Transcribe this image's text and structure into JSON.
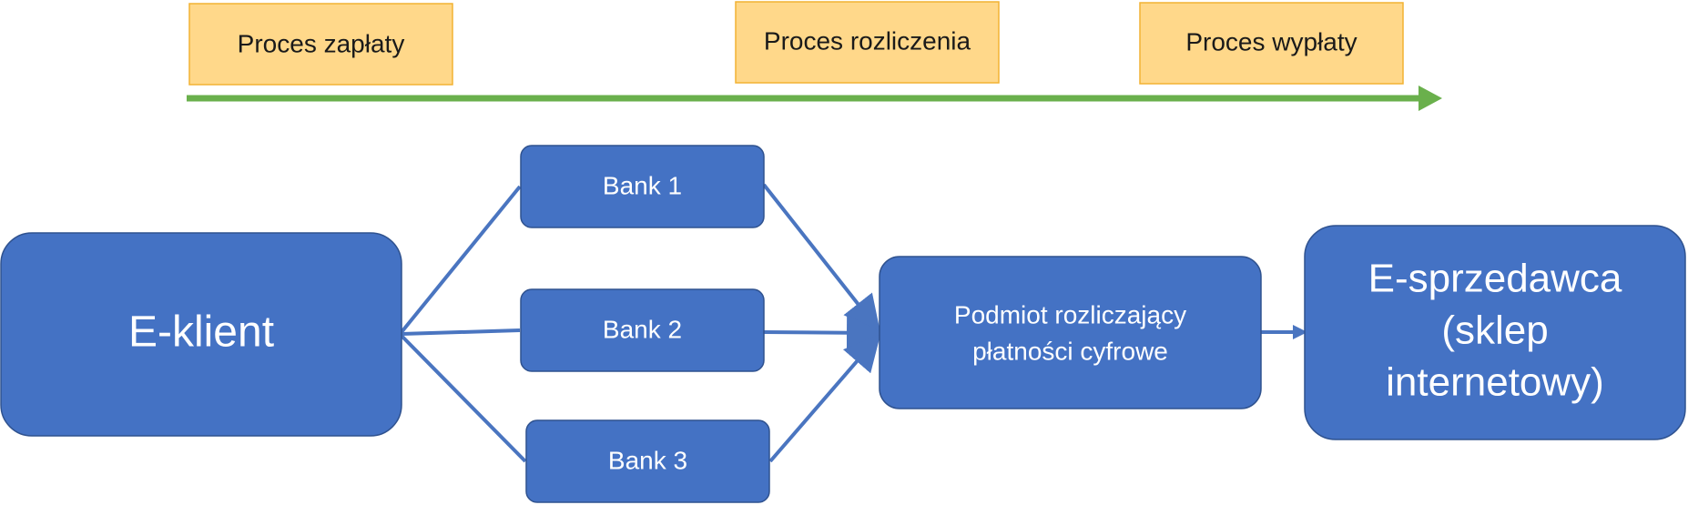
{
  "phases": [
    {
      "label": "Proces zapłaty"
    },
    {
      "label": "Proces rozliczenia"
    },
    {
      "label": "Proces wypłaty"
    }
  ],
  "nodes": {
    "client": {
      "label": "E-klient"
    },
    "bank1": {
      "label": "Bank 1"
    },
    "bank2": {
      "label": "Bank 2"
    },
    "bank3": {
      "label": "Bank 3"
    },
    "clearing": {
      "lines": [
        "Podmiot rozliczający",
        "płatności cyfrowe"
      ]
    },
    "merchant": {
      "lines": [
        "E-sprzedawca",
        "(sklep",
        "internetowy)"
      ]
    }
  },
  "colors": {
    "node_fill": "#4472c4",
    "node_stroke": "#2f528f",
    "connector": "#4a75c0",
    "phase_fill": "#ffd88a",
    "phase_stroke": "#f2b233",
    "timeline": "#6ab04c"
  }
}
